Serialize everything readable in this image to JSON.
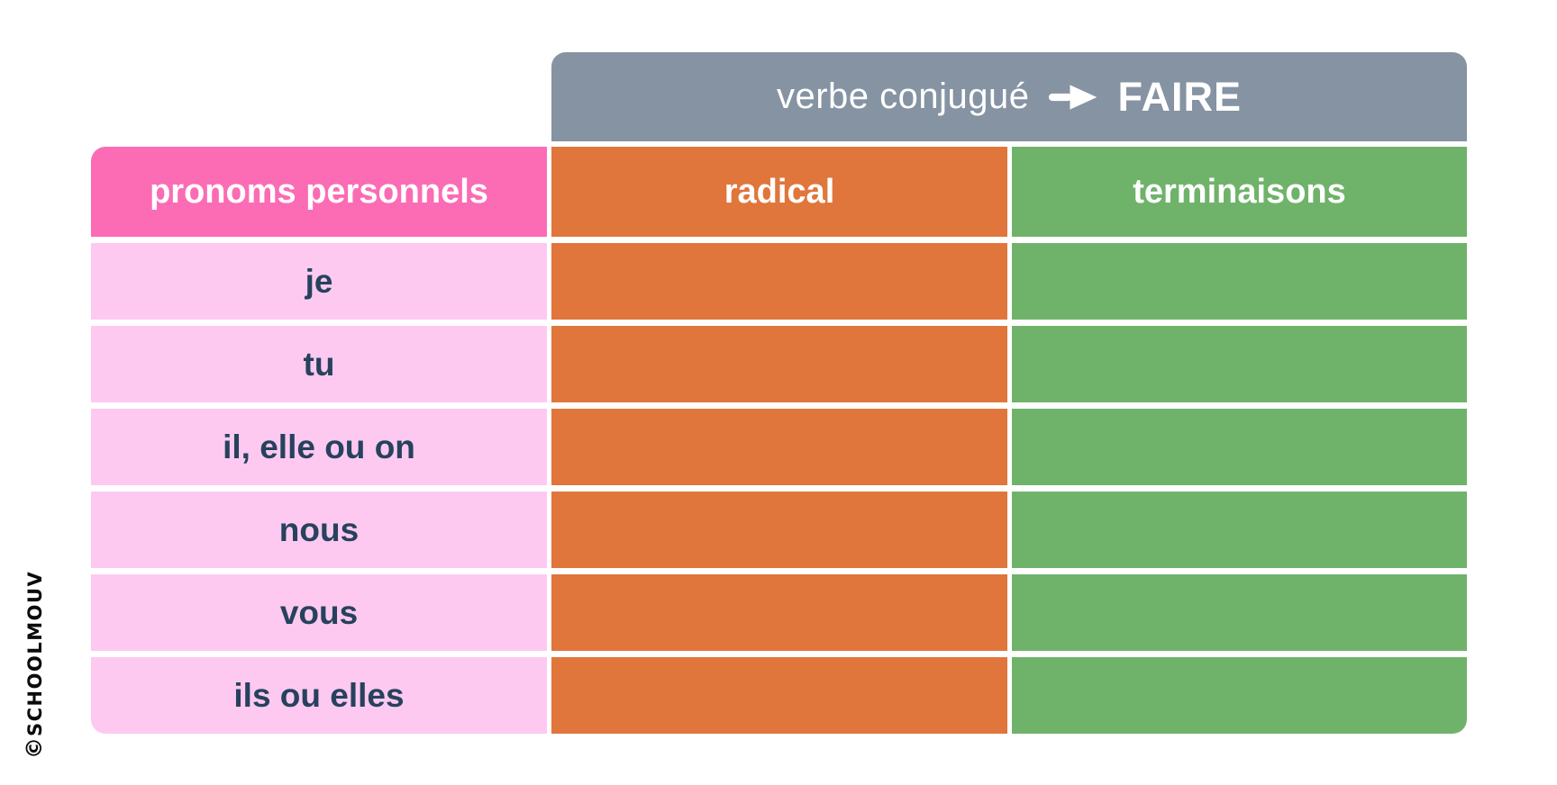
{
  "watermark": {
    "copyright_symbol": "©",
    "text": "SCHOOLMOUV"
  },
  "banner": {
    "label": "verbe conjugué",
    "verb": "FAIRE",
    "arrow_icon": "right-arrow",
    "bg_color": "#8593A3",
    "text_color": "#FFFFFF"
  },
  "table": {
    "headers": [
      {
        "label": "pronoms personnels",
        "bg_color": "#FB6CB5"
      },
      {
        "label": "radical",
        "bg_color": "#E0763B"
      },
      {
        "label": "terminaisons",
        "bg_color": "#6FB36A"
      }
    ],
    "row_colors": {
      "pronoun_bg": "#FDC9F1",
      "radical_bg": "#E0763B",
      "terminaison_bg": "#6FB36A",
      "pronoun_text": "#26425C"
    },
    "rows": [
      {
        "pronoun": "je",
        "radical": "",
        "terminaison": ""
      },
      {
        "pronoun": "tu",
        "radical": "",
        "terminaison": ""
      },
      {
        "pronoun": "il, elle ou on",
        "radical": "",
        "terminaison": ""
      },
      {
        "pronoun": "nous",
        "radical": "",
        "terminaison": ""
      },
      {
        "pronoun": "vous",
        "radical": "",
        "terminaison": ""
      },
      {
        "pronoun": "ils ou elles",
        "radical": "",
        "terminaison": ""
      }
    ]
  }
}
